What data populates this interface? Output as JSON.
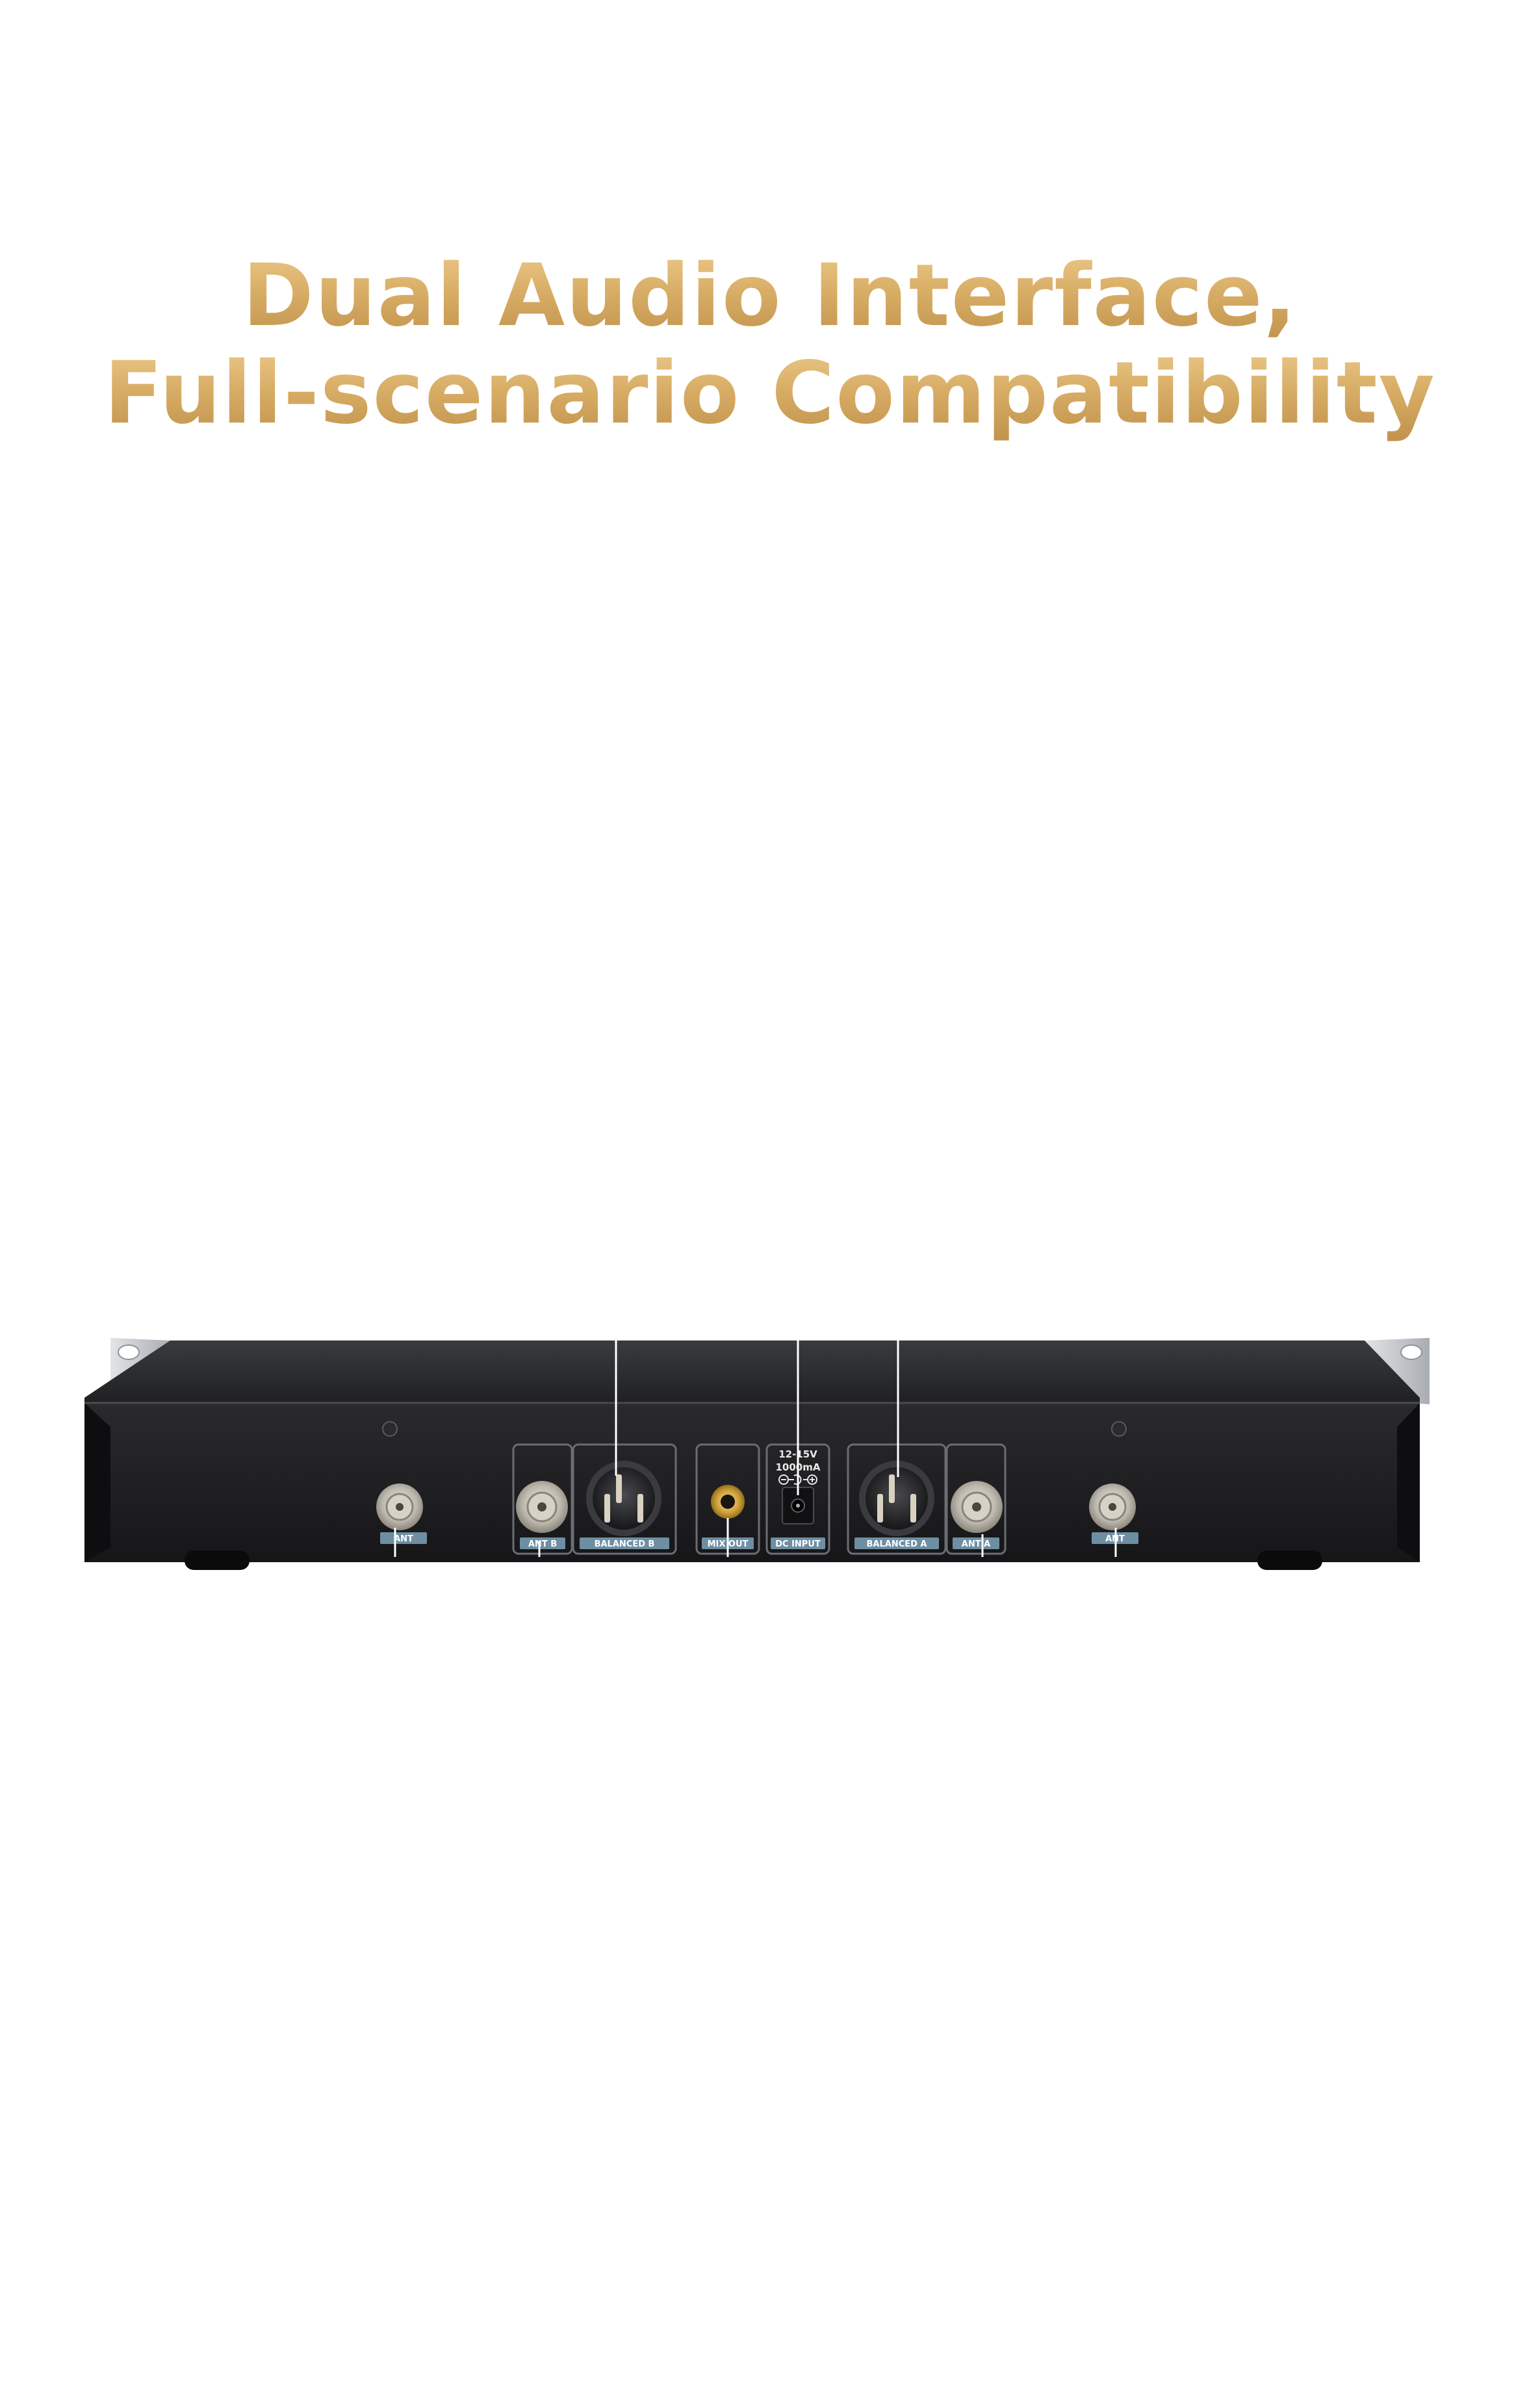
{
  "headline": {
    "line1": "Dual Audio Interface,",
    "line2": "Full-scenario Compatibility"
  },
  "panel": {
    "labels": {
      "ant_left": "ANT",
      "ant_b": "ANT B",
      "balanced_b": "BALANCED B",
      "mix_out": "MIX OUT",
      "dc_input": "DC INPUT",
      "balanced_a": "BALANCED A",
      "ant_a": "ANT A",
      "ant_right": "ANT"
    },
    "dc_spec": {
      "voltage": "12-15V",
      "current": "1000mA"
    }
  },
  "colors": {
    "headline_gold": "#d7b06d",
    "chassis": "#1c1c1e",
    "rack_ear": "#c9ccd0",
    "label_bg": "#6e8ea3",
    "callout_line": "#ffffff"
  }
}
